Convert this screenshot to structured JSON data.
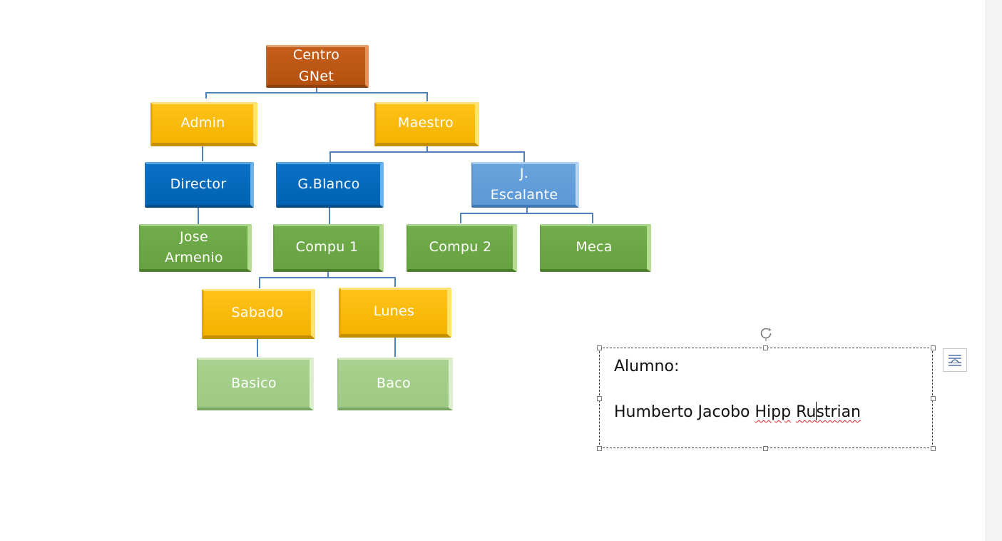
{
  "org_chart": {
    "nodes": {
      "centro_gnet": "Centro\nGNet",
      "admin": "Admin",
      "maestro": "Maestro",
      "director": "Director",
      "g_blanco": "G.Blanco",
      "j_escalante": "J.\nEscalante",
      "jose_armenio": "Jose\nArmenio",
      "compu_1": "Compu 1",
      "compu_2": "Compu 2",
      "meca": "Meca",
      "sabado": "Sabado",
      "lunes": "Lunes",
      "basico": "Basico",
      "baco": "Baco"
    },
    "colors": {
      "connector": "#4f81bd",
      "orange": "#c55a11",
      "gold": "#ffc000",
      "blue": "#0070c0",
      "light_blue": "#5b9bd5",
      "green": "#70ad47",
      "pale_green": "#a9d18e"
    }
  },
  "text_box": {
    "label": "Alumno:",
    "name_plain": "Humberto Jacobo ",
    "name_word_1": "Hipp",
    "name_word_2_a": "Ru",
    "name_word_2_b": "strian"
  },
  "icons": {
    "rotate": "rotate-handle-icon",
    "layout_options": "layout-options-icon"
  }
}
